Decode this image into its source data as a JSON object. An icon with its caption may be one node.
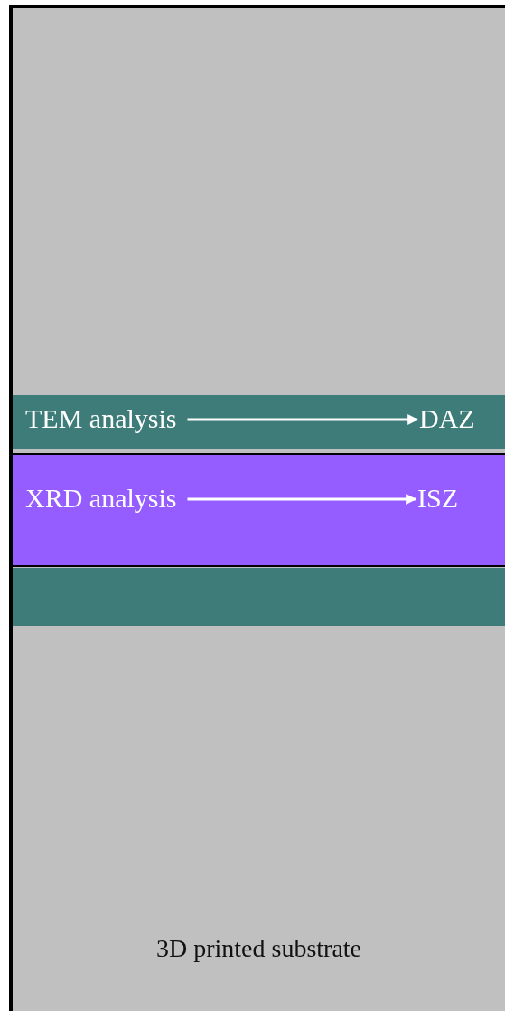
{
  "diagram": {
    "nodes": [
      {
        "text": [
          "3D printed substrate"
        ]
      },
      {
        "text": [],
        "shape": "bar",
        "in": 0
      },
      {
        "text": [
          "TEM analysis"
        ],
        "in": 1
      },
      {
        "text": [
          "DAZ"
        ],
        "in": 1
      },
      {
        "text": [],
        "shape": "bar",
        "in": 0
      },
      {
        "text": [
          "XRD analysis"
        ],
        "in": 4
      },
      {
        "text": [
          "ISZ"
        ],
        "in": 4
      },
      {
        "text": [],
        "shape": "bar",
        "in": 0
      }
    ],
    "edges": [
      {
        "from": 2,
        "to": 3,
        "arrow": "to"
      },
      {
        "from": 5,
        "to": 6,
        "arrow": "to"
      }
    ]
  }
}
